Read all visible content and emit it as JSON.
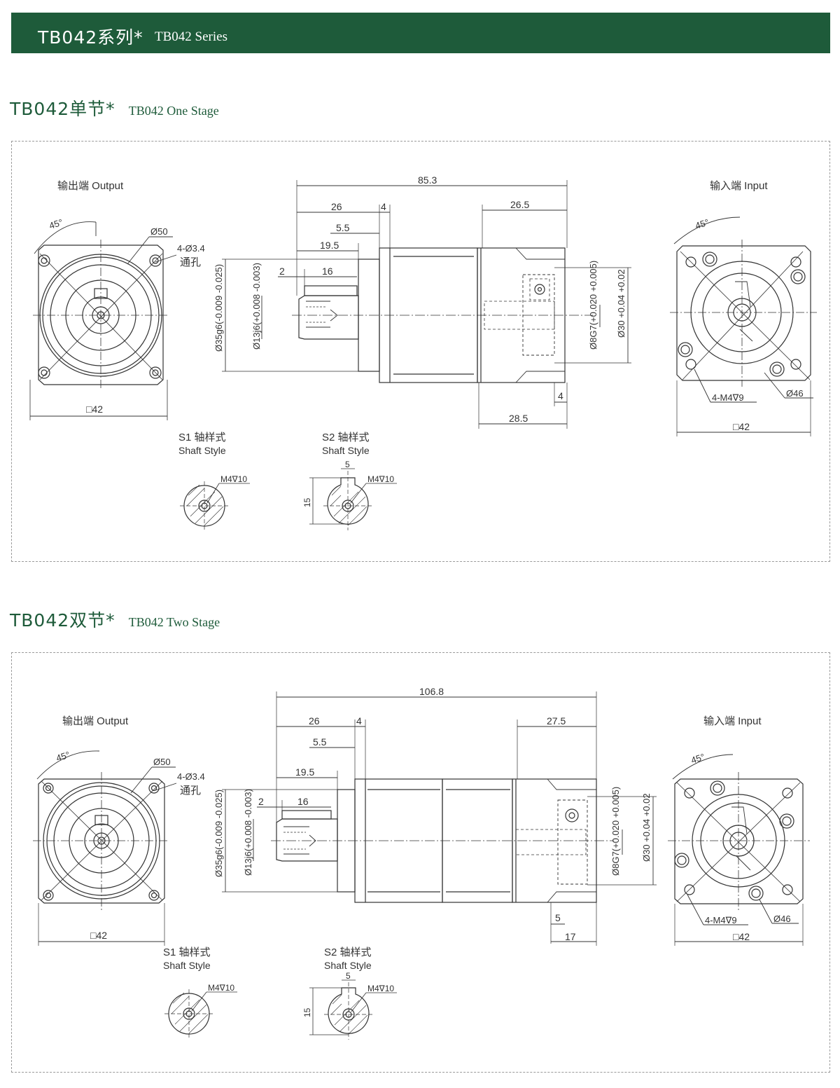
{
  "header": {
    "title_cn": "TB042系列*",
    "title_en": "TB042 Series"
  },
  "sections": [
    {
      "title_cn": "TB042单节*",
      "title_en": "TB042 One Stage",
      "output_label": "输出端  Output",
      "input_label": "输入端  Input",
      "dims": {
        "overall": "85.3",
        "a26": "26",
        "a4": "4",
        "a265": "26.5",
        "a55": "5.5",
        "a195": "19.5",
        "a2": "2",
        "a16": "16",
        "d50": "Ø50",
        "holes": "4-Ø3.4",
        "through": "通孔",
        "angle_out": "45°",
        "angle_in": "45°",
        "sq_out": "□42",
        "sq_in": "□42",
        "d35": "Ø35g6(-0.009 -0.025)",
        "d13": "Ø13j6(+0.008 -0.003)",
        "d8": "Ø8G7(+0.020 +0.005)",
        "d30": "Ø30 +0.04 +0.02",
        "m4": "4-M4∇9",
        "d46": "Ø46",
        "b4": "4",
        "b285": "28.5"
      },
      "s1": {
        "label": "S1 轴样式",
        "sub": "Shaft Style",
        "thread": "M4∇10"
      },
      "s2": {
        "label": "S2 轴样式",
        "sub": "Shaft Style",
        "thread": "M4∇10",
        "key": "5",
        "height": "15"
      }
    },
    {
      "title_cn": "TB042双节*",
      "title_en": "TB042 Two Stage",
      "output_label": "输出端  Output",
      "input_label": "输入端  Input",
      "dims": {
        "overall": "106.8",
        "a26": "26",
        "a4": "4",
        "a275": "27.5",
        "a55": "5.5",
        "a195": "19.5",
        "a2": "2",
        "a16": "16",
        "d50": "Ø50",
        "holes": "4-Ø3.4",
        "through": "通孔",
        "angle_out": "45°",
        "angle_in": "45°",
        "sq_out": "□42",
        "sq_in": "□42",
        "d35": "Ø35g6(-0.009 -0.025)",
        "d13": "Ø13j6(+0.008 -0.003)",
        "d8": "Ø8G7(+0.020 +0.005)",
        "d30": "Ø30 +0.04 +0.02",
        "m4": "4-M4∇9",
        "d46": "Ø46",
        "b5": "5",
        "b17": "17"
      },
      "s1": {
        "label": "S1 轴样式",
        "sub": "Shaft Style",
        "thread": "M4∇10"
      },
      "s2": {
        "label": "S2 轴样式",
        "sub": "Shaft Style",
        "thread": "M4∇10",
        "key": "5",
        "height": "15"
      }
    }
  ],
  "colors": {
    "banner": "#1e5b3a",
    "title": "#1e5b3a",
    "line": "#333333",
    "border": "#9a9a9a"
  }
}
